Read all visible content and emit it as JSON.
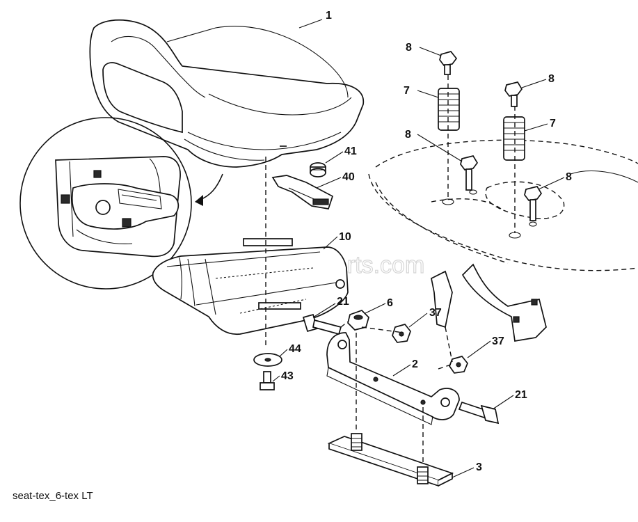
{
  "watermark": "eReplacementParts.com",
  "caption": "seat-tex_6-tex LT",
  "labels": {
    "l1": "1",
    "l8a": "8",
    "l7a": "7",
    "l8b": "8",
    "l7b": "7",
    "l8c": "8",
    "l8d": "8",
    "l41": "41",
    "l40": "40",
    "l10": "10",
    "l21a": "21",
    "l6": "6",
    "l37a": "37",
    "l37b": "37",
    "l2": "2",
    "l21b": "21",
    "l44": "44",
    "l43": "43",
    "l3": "3"
  }
}
